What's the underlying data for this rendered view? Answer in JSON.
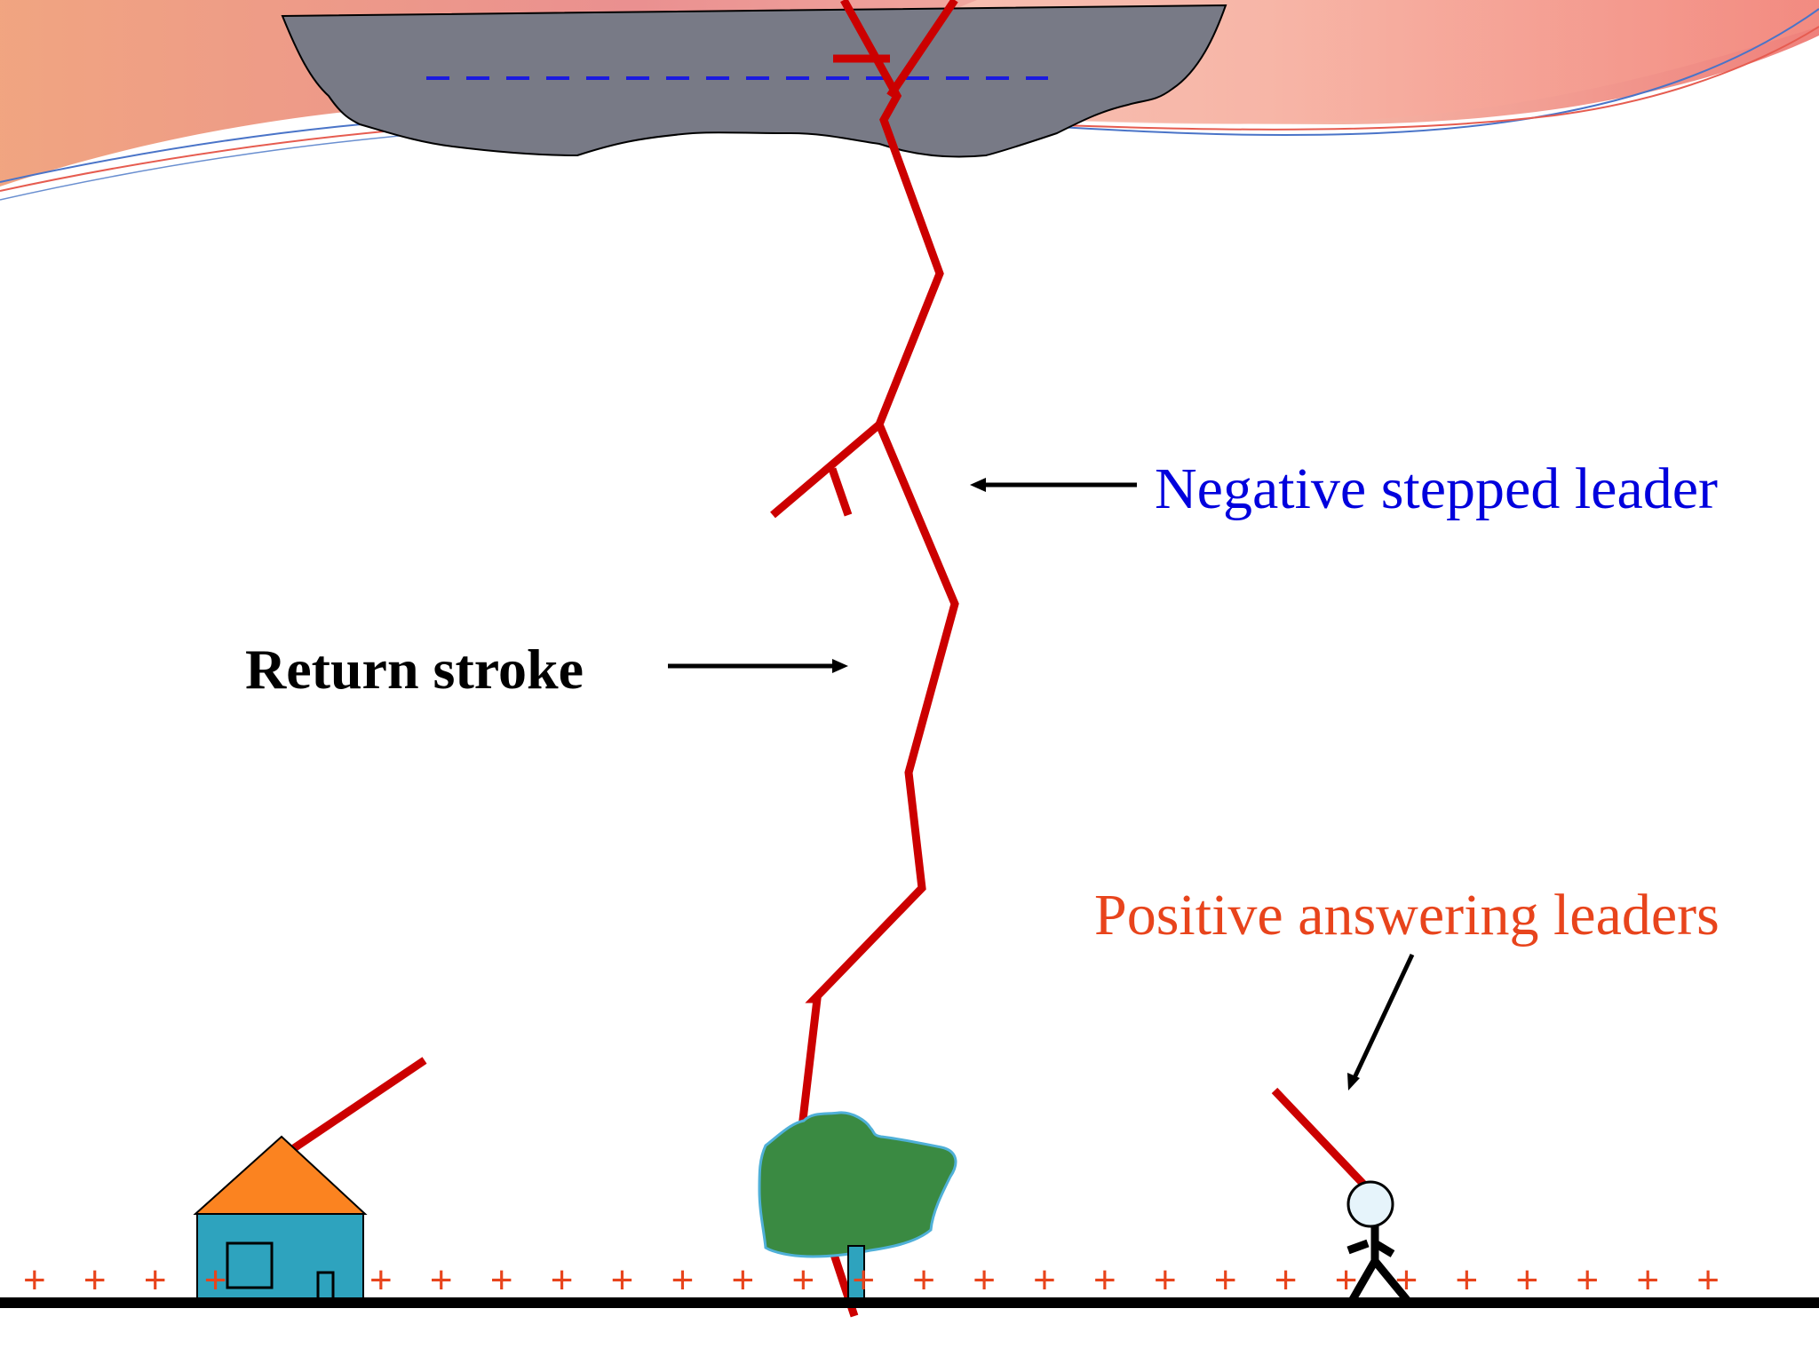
{
  "labels": {
    "negative_stepped_leader": "Negative stepped leader",
    "return_stroke": "Return stroke",
    "positive_answering_leaders": "Positive answering leaders"
  },
  "ground_charges": {
    "left": "+ + + +",
    "right": "+ + + + + + + + + + + + + + + + + + + + + + + + + + + + + + + + + + + + + + + + + + + + + + + + + + + + + + +"
  },
  "colors": {
    "leader": "#cc0000",
    "negative_label": "#0000dd",
    "positive_label": "#e8441c",
    "cloud": "#787a86",
    "cloud_charge": "#1a1adf",
    "house_wall": "#2ea3be",
    "house_roof": "#fb8320",
    "tree": "#3a8a42",
    "person_head": "#e6f4fb",
    "ground": "#000000",
    "banner_pink": "#ea8c8c",
    "banner_salmon": "#f09a7a"
  },
  "icons": {
    "cloud": "thundercloud-icon",
    "house": "house-icon",
    "tree": "tree-icon",
    "person": "person-icon"
  }
}
